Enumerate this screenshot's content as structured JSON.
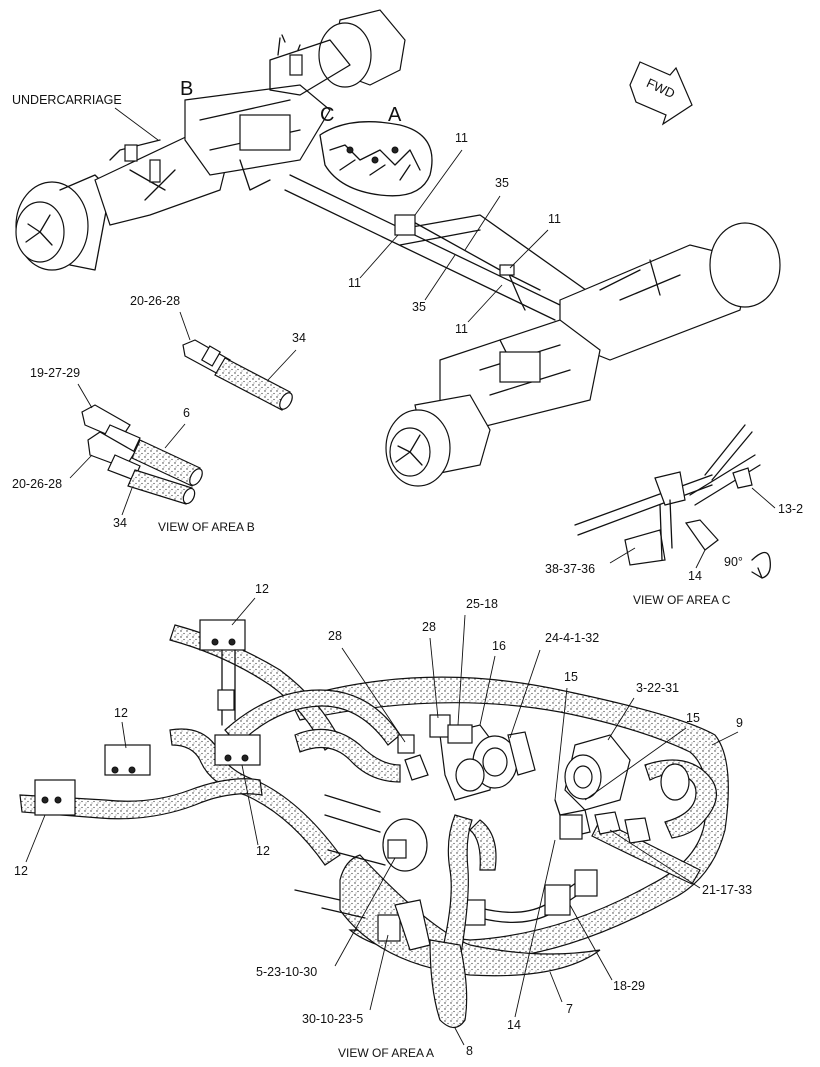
{
  "overview": {
    "undercarriage_label": "UNDERCARRIAGE",
    "area_letters": [
      "B",
      "C",
      "A"
    ],
    "fwd_label": "FWD",
    "callouts": [
      "11",
      "35",
      "11",
      "11",
      "35",
      "11"
    ]
  },
  "view_b": {
    "caption": "VIEW OF AREA  B",
    "callouts": [
      "20-26-28",
      "34",
      "19-27-29",
      "6",
      "20-26-28",
      "34"
    ]
  },
  "view_c": {
    "caption": "VIEW  OF AREA  C",
    "callouts": [
      "13-2",
      "38-37-36",
      "14"
    ],
    "angle_label": "90°"
  },
  "view_a": {
    "caption": "VIEW OF AREA  A",
    "callouts": [
      "12",
      "12",
      "12",
      "12",
      "28",
      "28",
      "25-18",
      "16",
      "24-4-1-32",
      "15",
      "3-22-31",
      "15",
      "9",
      "21-17-33",
      "5-23-10-30",
      "30-10-23-5",
      "18-29",
      "7",
      "14",
      "8"
    ]
  }
}
